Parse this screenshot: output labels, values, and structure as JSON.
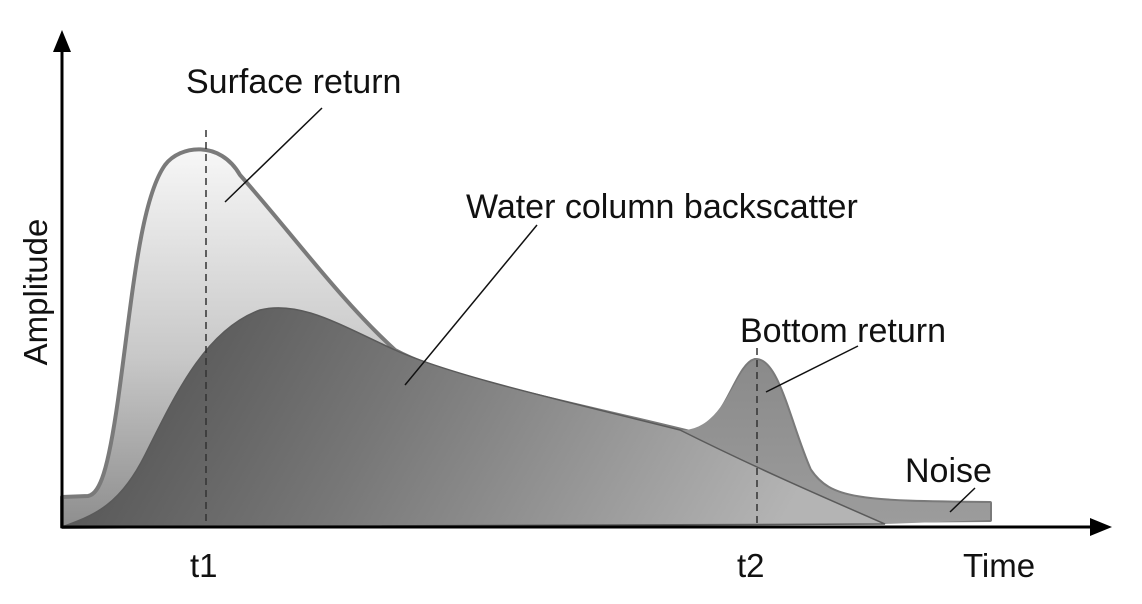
{
  "labels": {
    "surface_return": "Surface return",
    "water_column": "Water column backscatter",
    "bottom_return": "Bottom return",
    "noise": "Noise"
  },
  "axes": {
    "y_label": "Amplitude",
    "x_label": "Time",
    "t1": "t1",
    "t2": "t2"
  },
  "colors": {
    "waveform_outline": "#7a7a7a",
    "waveform_fill_top": "#f4f4f4",
    "waveform_fill_bottom": "#9a9a9a",
    "backscatter_fill_dark": "#555555",
    "backscatter_fill_light": "#a8a8a8",
    "axis": "#000000",
    "text": "#111111"
  }
}
